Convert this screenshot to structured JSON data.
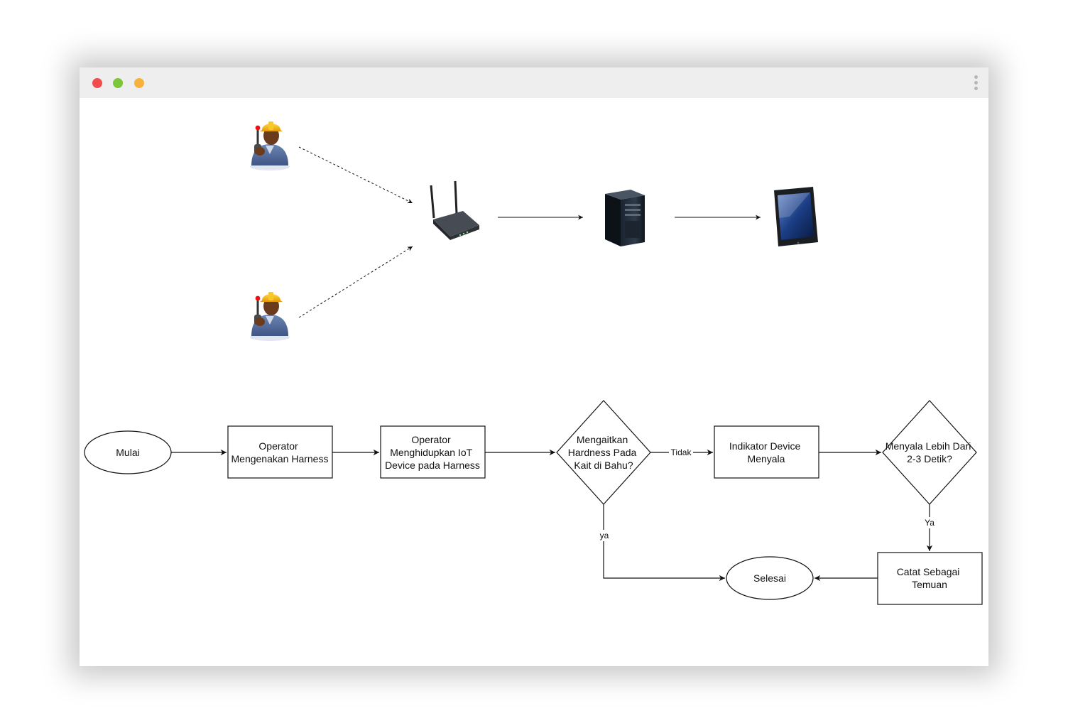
{
  "window": {
    "controls": [
      "close",
      "minimize",
      "maximize"
    ],
    "menu_icon": "kebab-menu-icon"
  },
  "network": {
    "workers": [
      {
        "icon": "worker-with-radio-icon"
      },
      {
        "icon": "worker-with-radio-icon"
      }
    ],
    "router": {
      "icon": "wifi-router-icon"
    },
    "server": {
      "icon": "server-tower-icon"
    },
    "tablet": {
      "icon": "tablet-icon"
    }
  },
  "flowchart": {
    "start": "Mulai",
    "step1": [
      "Operator",
      "Mengenakan Harness"
    ],
    "step2": [
      "Operator",
      "Menghidupkan IoT",
      "Device pada Harness"
    ],
    "decision1": [
      "Mengaitkan",
      "Hardness Pada",
      "Kait di Bahu?"
    ],
    "decision1_no": "Tidak",
    "decision1_yes": "ya",
    "step3": [
      "Indikator Device",
      "Menyala"
    ],
    "decision2": [
      "Menyala Lebih Dari",
      "2-3 Detik?"
    ],
    "decision2_yes": "Ya",
    "step4": [
      "Catat Sebagai",
      "Temuan"
    ],
    "end": "Selesai"
  },
  "colors": {
    "titlebar": "#eeeeee",
    "close": "#f24d4d",
    "minimize": "#7ac83a",
    "maximize": "#f6b23b",
    "stroke": "#111111"
  }
}
